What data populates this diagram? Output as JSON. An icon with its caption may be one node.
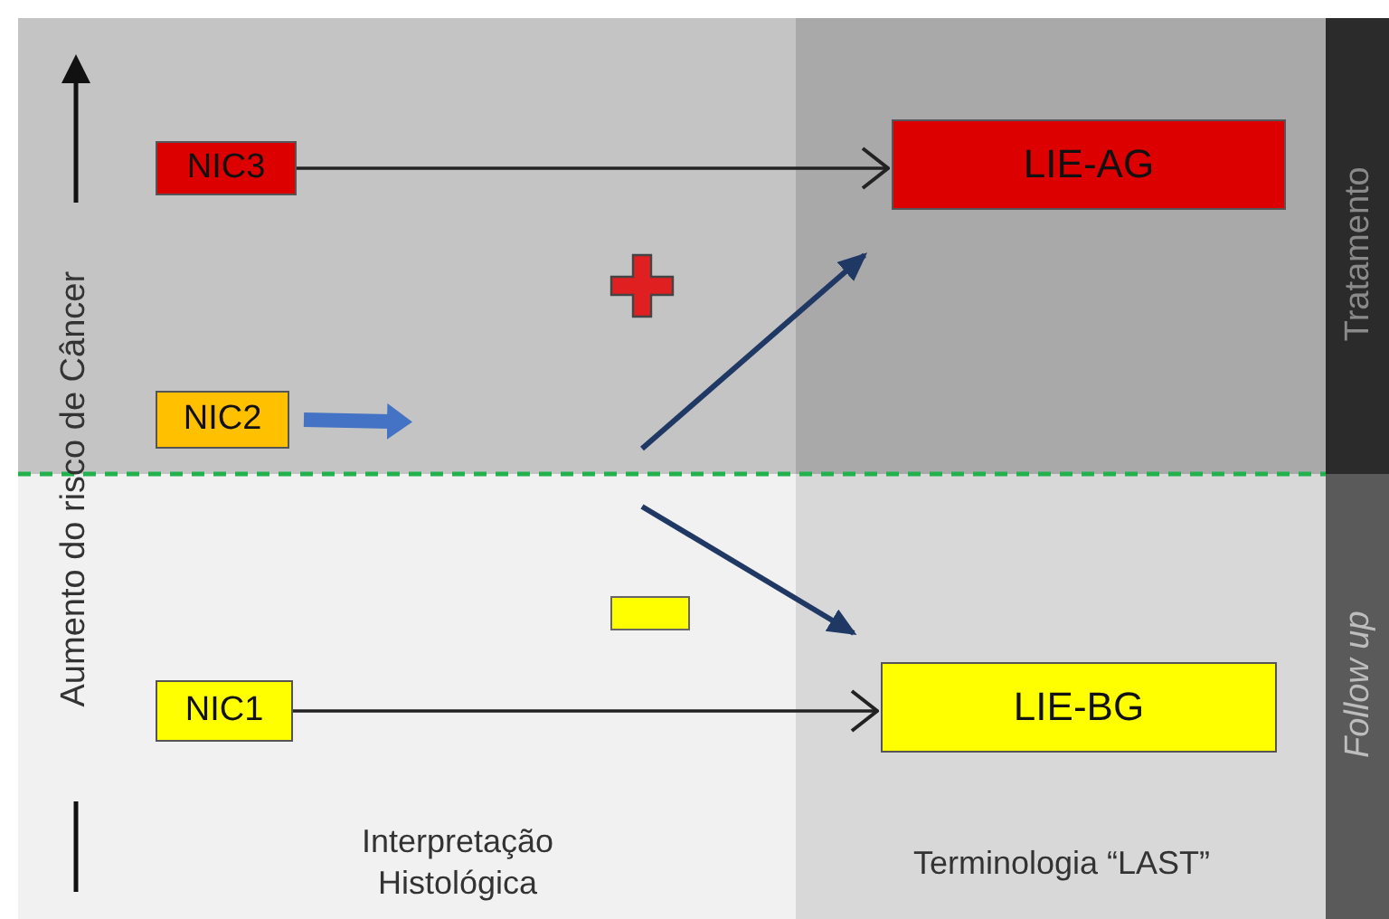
{
  "diagram": {
    "nodes": [
      {
        "text": [
          "NIC3"
        ]
      },
      {
        "text": [
          "LIE-AG"
        ]
      },
      {
        "text": [
          "NIC2"
        ]
      },
      {
        "text": [
          "NIC1"
        ]
      },
      {
        "text": [
          "LIE-BG"
        ]
      }
    ],
    "edges": [
      {
        "from": 0,
        "to": 1,
        "arrow": "to"
      },
      {
        "from": 2,
        "to": null,
        "arrow": "to",
        "style": "thick",
        "color": "#4472c4"
      },
      {
        "from": null,
        "to": 1,
        "arrow": "to",
        "color": "#1f3864"
      },
      {
        "from": null,
        "to": 4,
        "arrow": "to",
        "color": "#1f3864"
      },
      {
        "from": 3,
        "to": 4,
        "arrow": "to"
      }
    ],
    "labels": [
      "Aumento do risco de Câncer",
      "Tratamento",
      "Follow up",
      "Interpretação Histológica",
      "Terminologia “LAST”"
    ]
  }
}
